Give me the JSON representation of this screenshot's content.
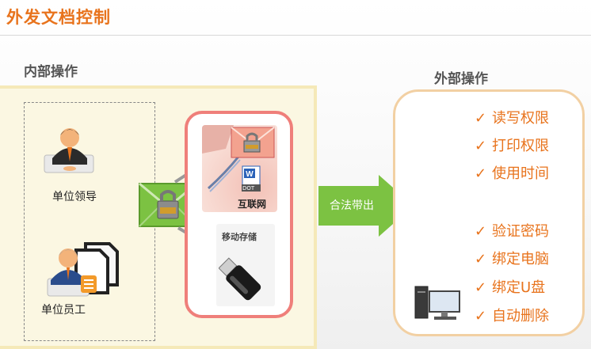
{
  "title": "外发文档控制",
  "internal": {
    "heading": "内部操作",
    "people": [
      {
        "label": "单位领导"
      },
      {
        "label": "单位员工"
      }
    ],
    "channels": {
      "internet_label": "互联网",
      "storage_label": "移动存储",
      "doc_badge": "DOT"
    }
  },
  "transfer_label": "合法带出",
  "external": {
    "heading": "外部操作",
    "permissions": [
      {
        "label": "读写权限"
      },
      {
        "label": "打印权限"
      },
      {
        "label": "使用时间"
      },
      {
        "label": "验证密码"
      },
      {
        "label": "绑定电脑"
      },
      {
        "label": "绑定U盘"
      },
      {
        "label": "自动删除"
      }
    ],
    "check_glyph": "✓"
  },
  "colors": {
    "accent": "#e8731c",
    "green": "#7cc242",
    "red_border": "#ef7f7a",
    "panel_fill": "#fbf7e2"
  }
}
